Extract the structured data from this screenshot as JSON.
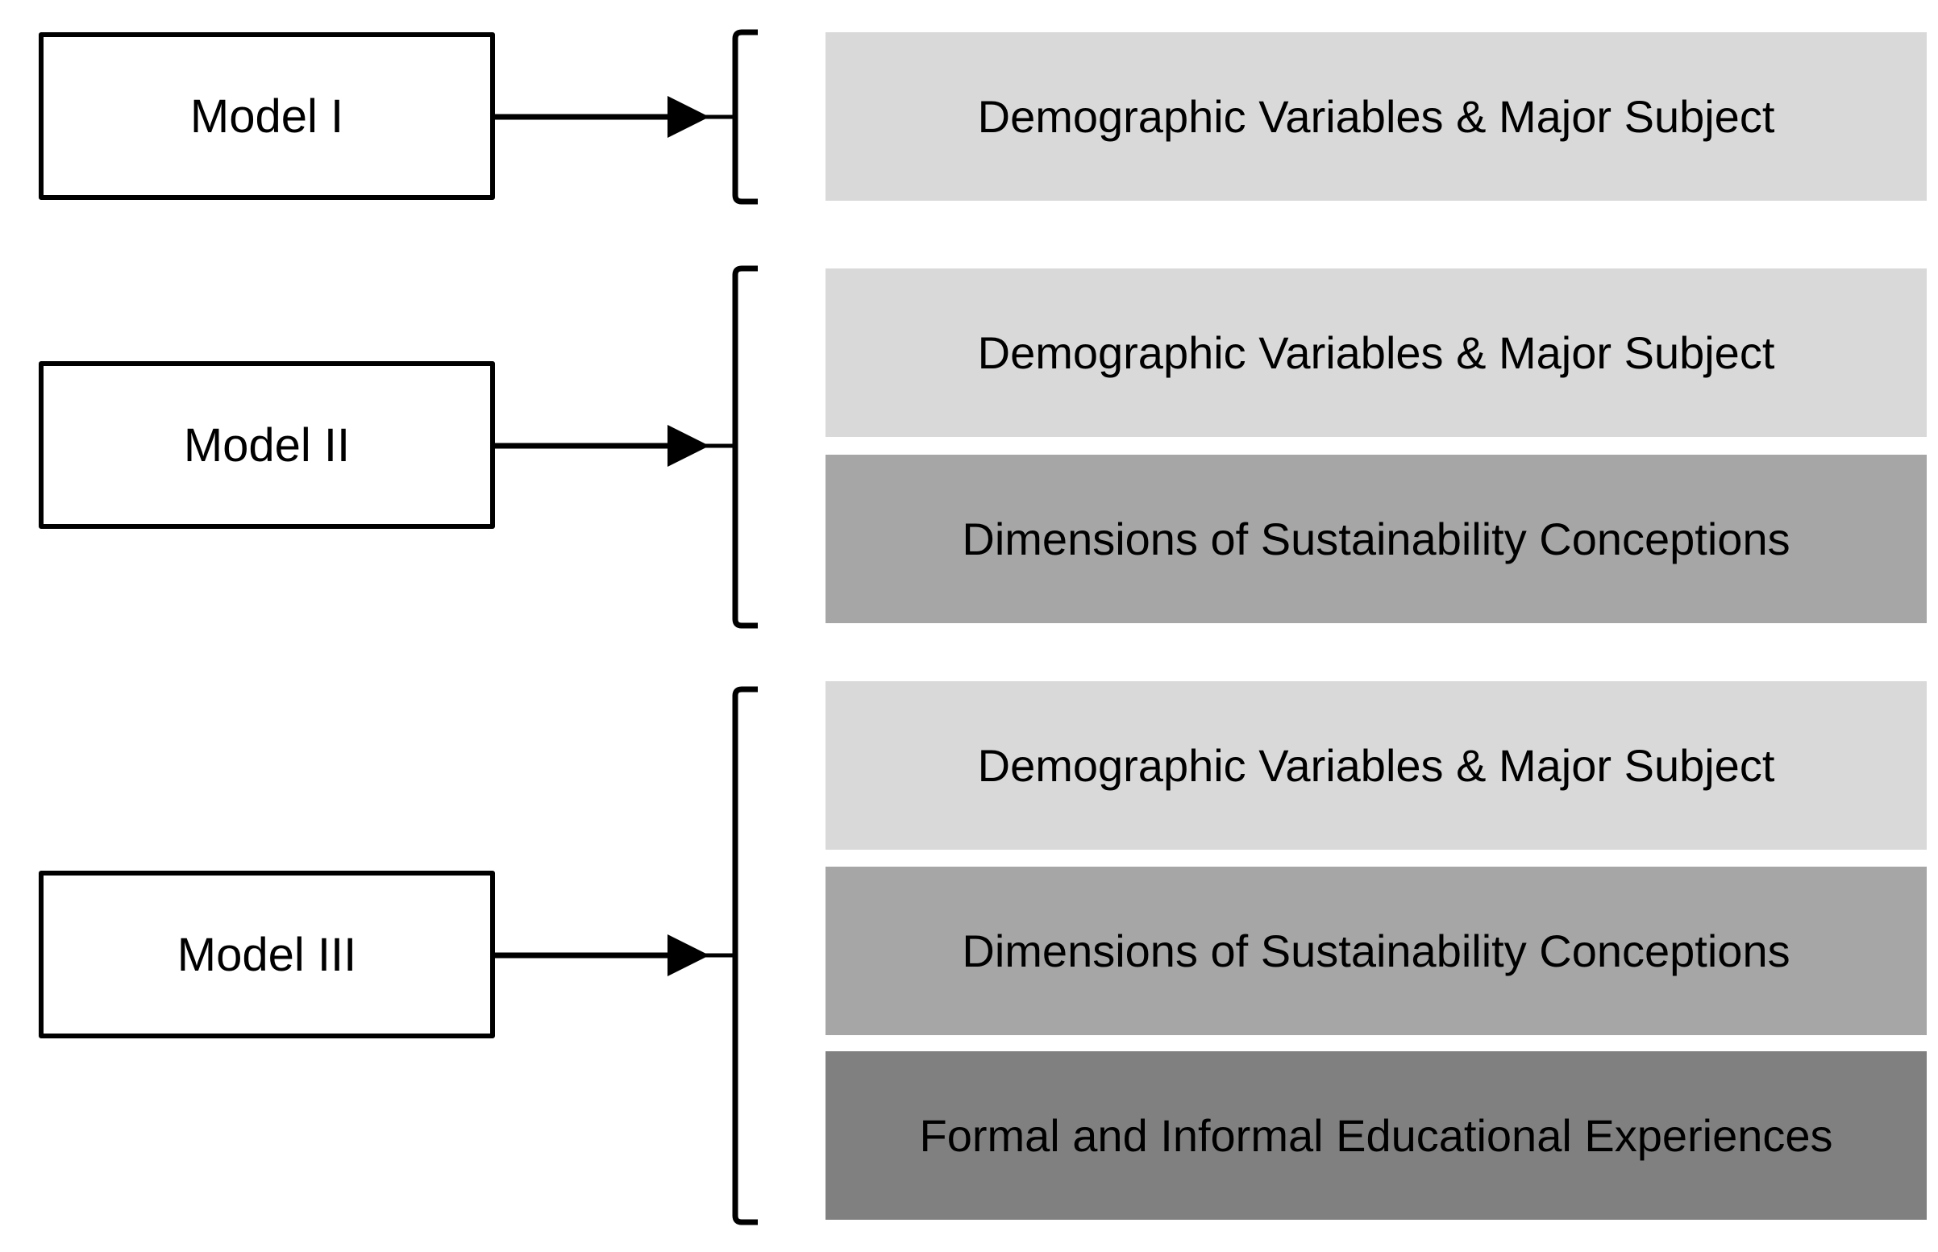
{
  "colors": {
    "level_1": "#d9d9d9",
    "level_2": "#a6a6a6",
    "level_3": "#808080",
    "stroke": "#000000"
  },
  "models": [
    {
      "label": "Model I",
      "variables": [
        {
          "text": "Demographic Variables & Major Subject",
          "level": 1
        }
      ]
    },
    {
      "label": "Model II",
      "variables": [
        {
          "text": "Demographic Variables & Major Subject",
          "level": 1
        },
        {
          "text": "Dimensions of Sustainability Conceptions",
          "level": 2
        }
      ]
    },
    {
      "label": "Model III",
      "variables": [
        {
          "text": "Demographic Variables & Major Subject",
          "level": 1
        },
        {
          "text": "Dimensions of Sustainability Conceptions",
          "level": 2
        },
        {
          "text": "Formal and Informal Educational Experiences",
          "level": 3
        }
      ]
    }
  ]
}
